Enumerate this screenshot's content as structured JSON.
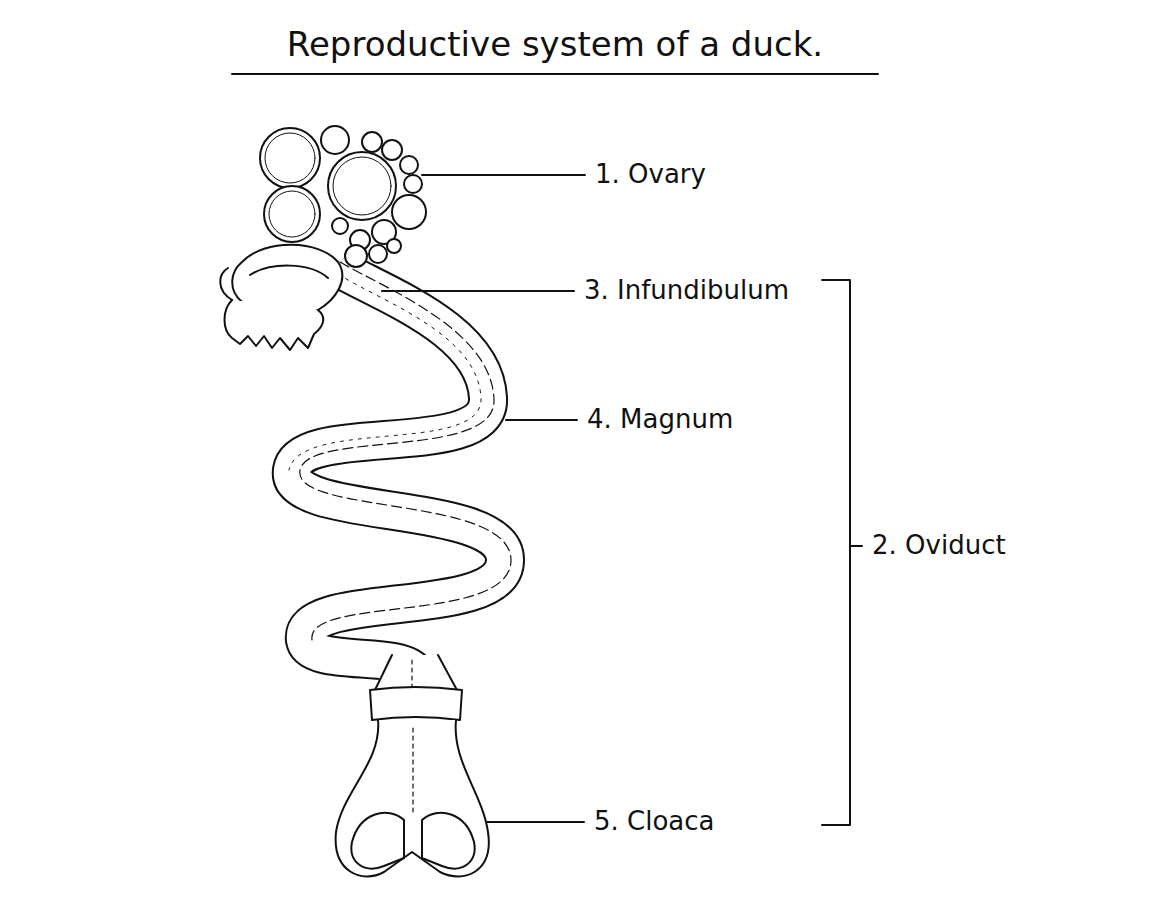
{
  "diagram": {
    "title": "Reproductive system of a duck.",
    "labels": [
      "1. Ovary",
      "3. Infundibulum",
      "4. Magnum",
      "2. Oviduct",
      "5. Cloaca"
    ]
  }
}
